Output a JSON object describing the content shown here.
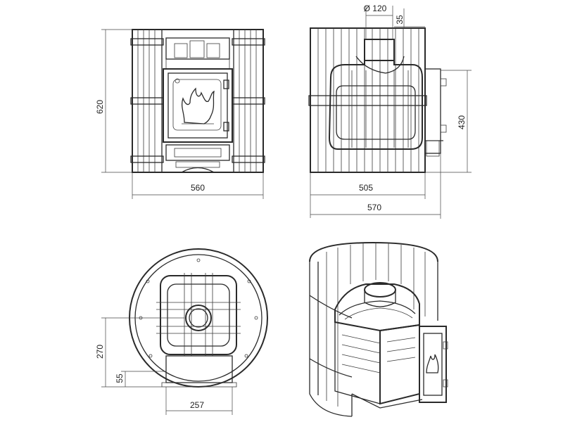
{
  "dimensions": {
    "front_height": "620",
    "front_width": "560",
    "side_depth_body": "505",
    "side_depth_total": "570",
    "side_height_outlet": "430",
    "chimney_diameter": "Ø 120",
    "chimney_offset": "35",
    "top_height": "270",
    "top_base_offset": "55",
    "top_width": "257"
  },
  "colors": {
    "line": "#2a2a2a",
    "background": "#ffffff"
  },
  "icons": [
    "flame-icon"
  ]
}
